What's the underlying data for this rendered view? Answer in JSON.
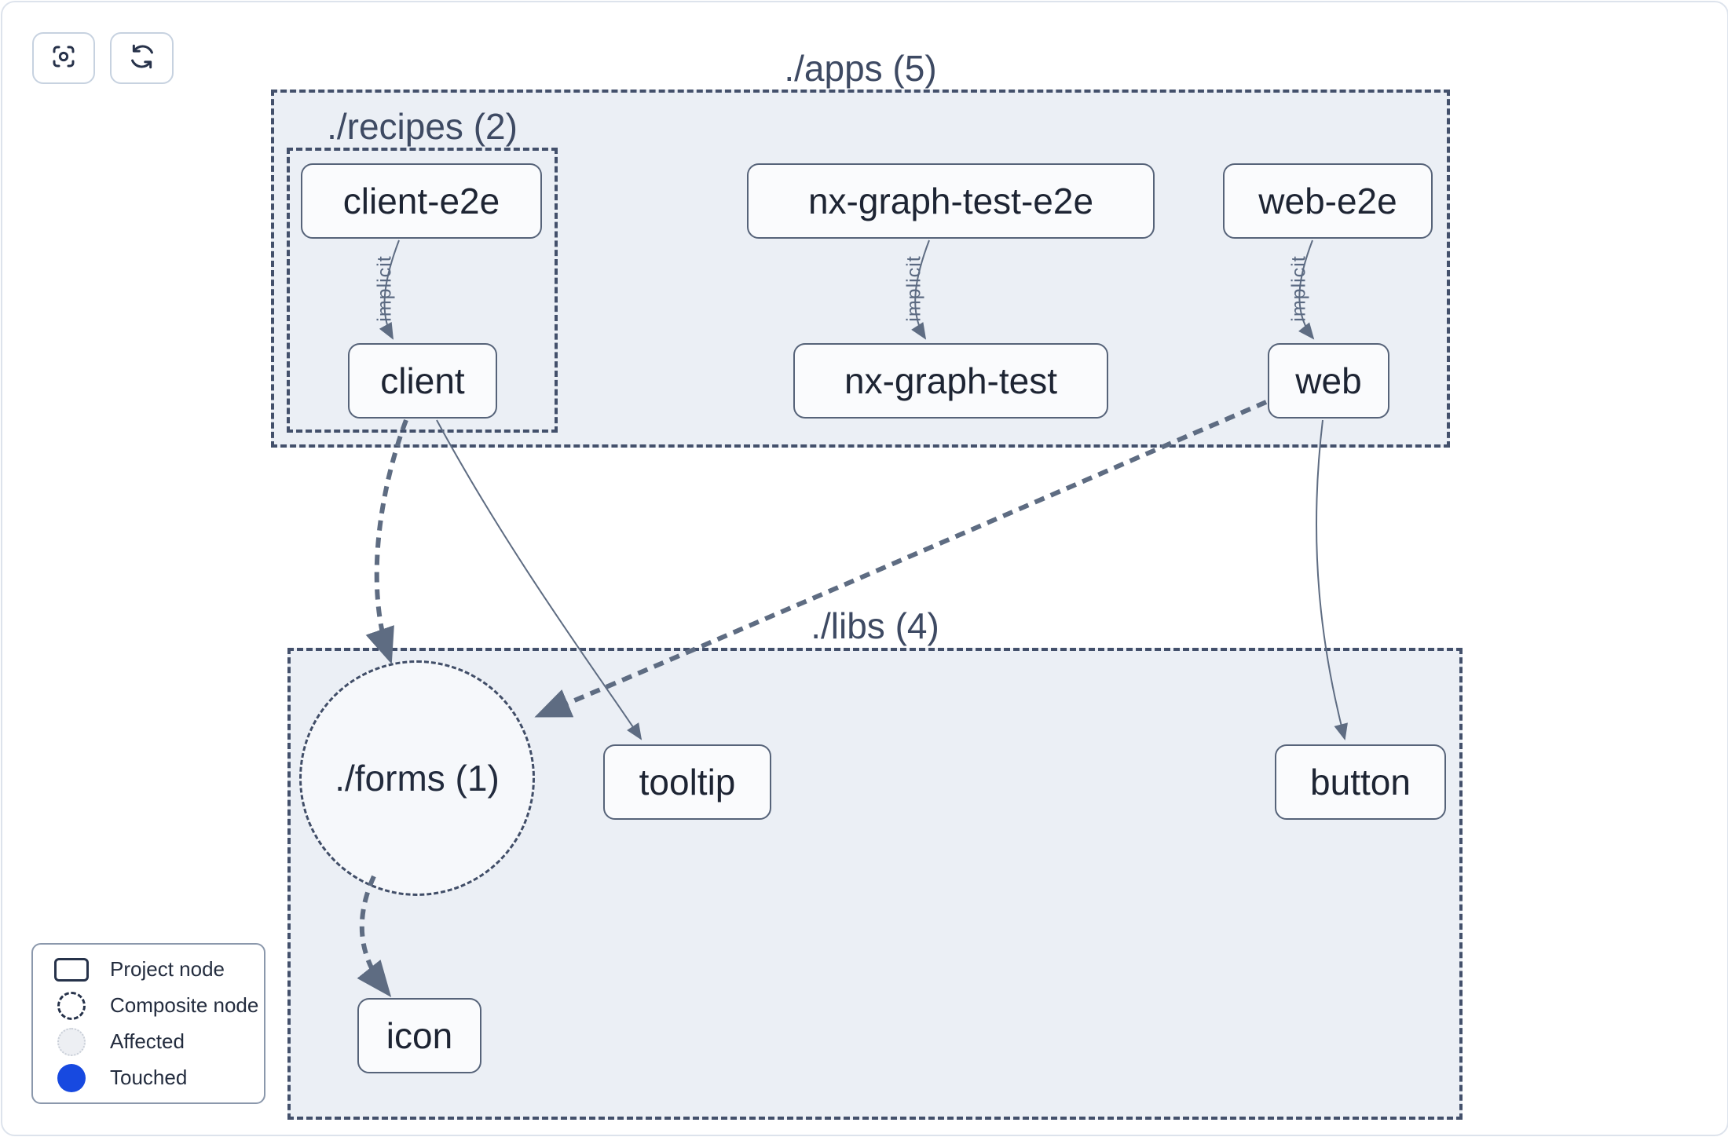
{
  "toolbar": {
    "buttons": [
      {
        "name": "focus",
        "icon": "focus-icon"
      },
      {
        "name": "refresh",
        "icon": "refresh-icon"
      }
    ]
  },
  "groups": {
    "apps": {
      "label": "./apps (5)"
    },
    "recipes": {
      "label": "./recipes (2)"
    },
    "libs": {
      "label": "./libs (4)"
    }
  },
  "composite": {
    "forms": {
      "label": "./forms (1)"
    }
  },
  "nodes": {
    "client_e2e": {
      "label": "client-e2e"
    },
    "nx_graph_test_e2e": {
      "label": "nx-graph-test-e2e"
    },
    "web_e2e": {
      "label": "web-e2e"
    },
    "client": {
      "label": "client"
    },
    "nx_graph_test": {
      "label": "nx-graph-test"
    },
    "web": {
      "label": "web"
    },
    "tooltip": {
      "label": "tooltip"
    },
    "button": {
      "label": "button"
    },
    "icon": {
      "label": "icon"
    }
  },
  "edges": [
    {
      "from": "client-e2e",
      "to": "client",
      "type": "implicit",
      "label": "implicit"
    },
    {
      "from": "nx-graph-test-e2e",
      "to": "nx-graph-test",
      "type": "implicit",
      "label": "implicit"
    },
    {
      "from": "web-e2e",
      "to": "web",
      "type": "implicit",
      "label": "implicit"
    },
    {
      "from": "client",
      "to": "./forms (1)",
      "type": "thick-dashed"
    },
    {
      "from": "client",
      "to": "tooltip",
      "type": "direct"
    },
    {
      "from": "web",
      "to": "./forms (1)",
      "type": "thick-dashed"
    },
    {
      "from": "web",
      "to": "button",
      "type": "direct"
    },
    {
      "from": "./forms (1)",
      "to": "icon",
      "type": "thick-dashed"
    }
  ],
  "legend": {
    "items": [
      {
        "label": "Project node",
        "swatch": "project-node-swatch"
      },
      {
        "label": "Composite node",
        "swatch": "composite-node-swatch"
      },
      {
        "label": "Affected",
        "swatch": "affected-swatch"
      },
      {
        "label": "Touched",
        "swatch": "touched-swatch"
      }
    ]
  },
  "colors": {
    "touched_blue": "#1749e0",
    "affected_fill": "#edeff3",
    "group_fill": "#ebeff5",
    "group_border": "#43506b",
    "node_border": "#566379",
    "node_text": "#1d2433",
    "edge": "#5e6c82"
  }
}
